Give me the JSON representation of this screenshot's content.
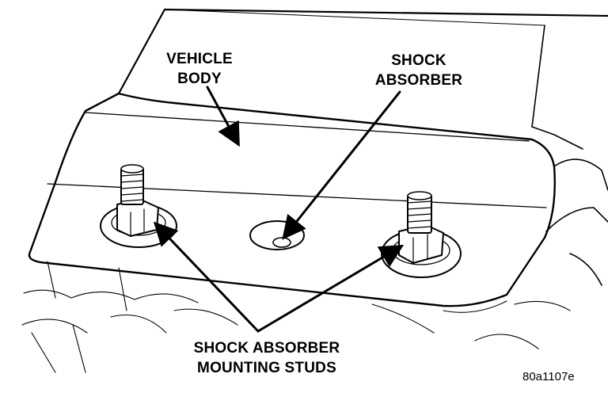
{
  "labels": {
    "vehicle_body": [
      "VEHICLE",
      "BODY"
    ],
    "shock_absorber": [
      "SHOCK",
      "ABSORBER"
    ],
    "mounting_studs": [
      "SHOCK ABSORBER",
      "MOUNTING STUDS"
    ]
  },
  "figure_code": "80a1107e",
  "colors": {
    "ink": "#000000",
    "paper": "#ffffff"
  }
}
